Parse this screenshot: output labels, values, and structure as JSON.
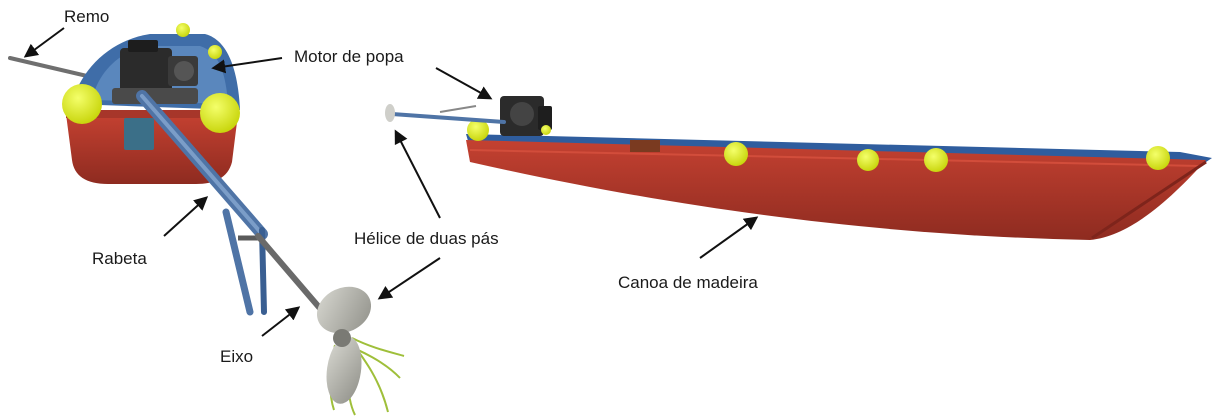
{
  "labels": {
    "remo": "Remo",
    "motor": "Motor de popa",
    "helice": "Hélice de duas pás",
    "rabeta": "Rabeta",
    "eixo": "Eixo",
    "canoa": "Canoa de madeira"
  },
  "colors": {
    "hull_red": "#b8392b",
    "hull_dark": "#7e241b",
    "hull_blue": "#2f5d9e",
    "float_yellow": "#e4f21c",
    "engine_dark": "#2b2b2b",
    "shaft_blue": "#5a7fae",
    "propeller_gray": "#b8b8b0",
    "weed_green": "#9fbf3a",
    "arrow": "#111111"
  }
}
